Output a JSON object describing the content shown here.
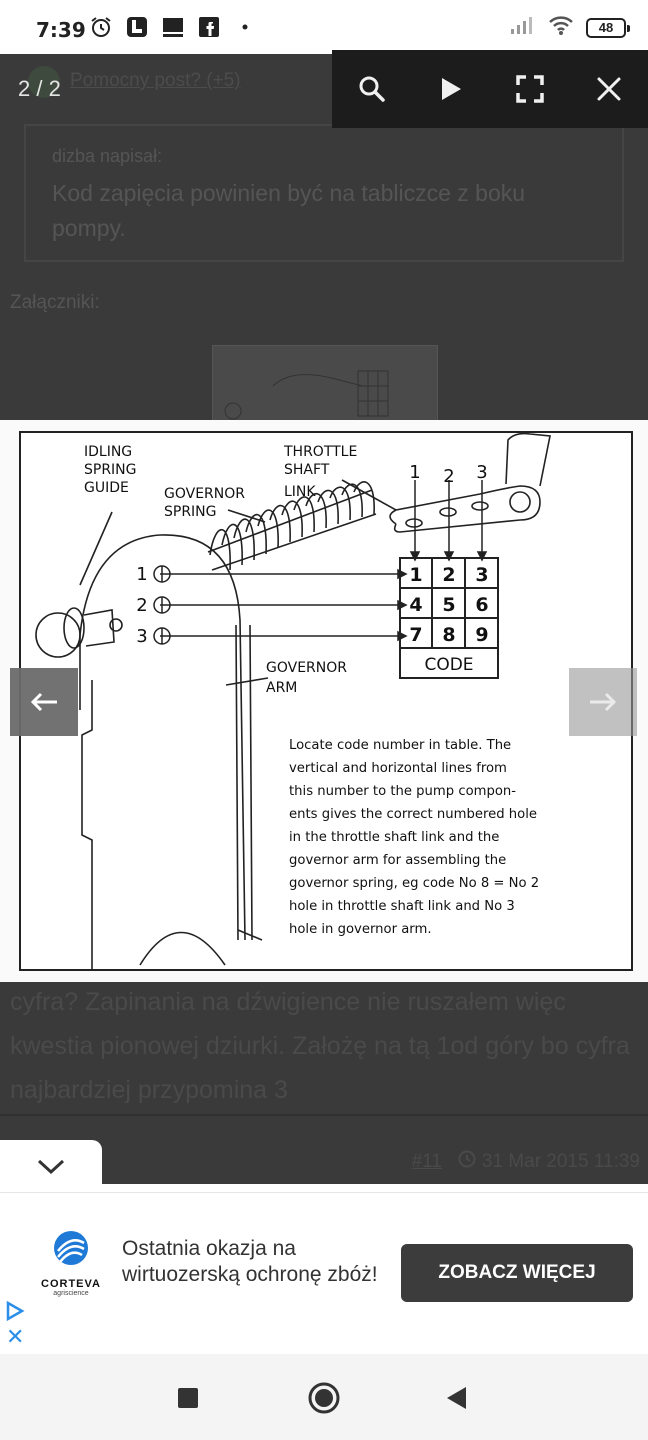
{
  "status_bar": {
    "time": "7:39",
    "battery": "48"
  },
  "forum": {
    "helpful_link": "Pomocny post? (+5)",
    "quote_author": "dizba napisał:",
    "quote_text": "Kod zapięcia powinien być na tabliczce z boku pompy.",
    "attachments_label": "Załączniki:",
    "post_text": "cyfra? Zapinania na dźwigience nie ruszałem więc kwestia pionowej dziurki. Założę na tą 1od góry bo cyfra najbardziej przypomina 3",
    "post_number": "#11",
    "post_date": "31 Mar 2015 11:39"
  },
  "lightbox": {
    "counter": "2 / 2",
    "toolbar": [
      "search-icon",
      "play-icon",
      "fullscreen-icon",
      "close-icon"
    ]
  },
  "diagram": {
    "idling_label": [
      "IDLING",
      "SPRING",
      "GUIDE"
    ],
    "governor_spring_label": [
      "GOVERNOR",
      "SPRING"
    ],
    "throttle_label": [
      "THROTTLE",
      "SHAFT",
      "LINK"
    ],
    "governor_arm_label": [
      "GOVERNOR",
      "ARM"
    ],
    "column_numbers": [
      "1",
      "2",
      "3"
    ],
    "row_numbers": [
      "1",
      "2",
      "3"
    ],
    "code_grid": [
      "1",
      "2",
      "3",
      "4",
      "5",
      "6",
      "7",
      "8",
      "9"
    ],
    "code_label": "CODE",
    "instructions": [
      "Locate code number in table. The",
      "vertical and horizontal lines from",
      "this number to the pump compon-",
      "ents gives the correct numbered hole",
      "in the throttle shaft link and the",
      "governor arm for assembling the",
      "governor spring, eg code No 8 = No 2",
      "hole in throttle shaft link and No 3",
      "hole in governor arm."
    ]
  },
  "ad": {
    "brand": "CORTEVA",
    "brand_sub": "agriscience",
    "headline": "Ostatnia okazja na wirtuozerską ochronę zbóż!",
    "cta": "ZOBACZ WIĘCEJ"
  },
  "colors": {
    "cta_bg": "#3c3c3c",
    "ad_blue": "#1e7ad6",
    "overlay": "#3a3a3a"
  }
}
